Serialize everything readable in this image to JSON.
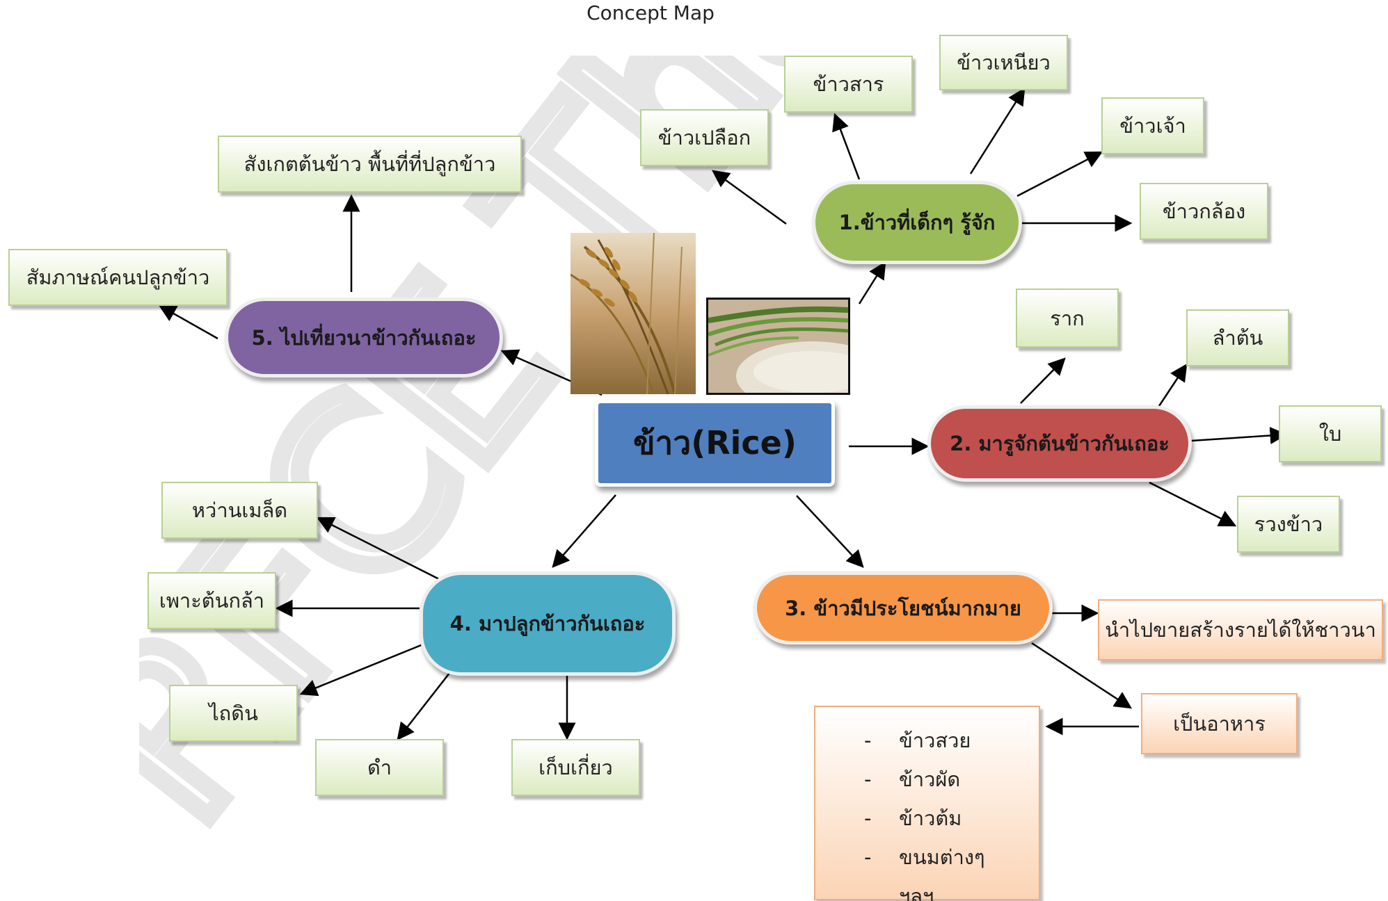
{
  "title": "Concept Map",
  "watermark": "RFCE Thailand",
  "center": "ข้าว(Rice)",
  "branches": {
    "b1": {
      "label": "1.ข้าวที่เด็กๆ รู้จัก",
      "color": "#9bbb59",
      "children": [
        "ข้าวเปลือก",
        "ข้าวสาร",
        "ข้าวเหนียว",
        "ข้าวเจ้า",
        "ข้าวกล้อง"
      ]
    },
    "b2": {
      "label": "2. มารูจักต้นข้าวกันเถอะ",
      "color": "#c0504d",
      "children": [
        "ราก",
        "ลำต้น",
        "ใบ",
        "รวงข้าว"
      ]
    },
    "b3": {
      "label": "3. ข้าวมีประโยชน์มากมาย",
      "color": "#f79646",
      "children": [
        "นำไปขายสร้างรายได้ให้ชาวนา",
        "เป็นอาหาร"
      ]
    },
    "b4": {
      "label": "4. มาปลูกข้าวกันเถอะ",
      "color": "#4bacc6",
      "children": [
        "หว่านเมล็ด",
        "เพาะต้นกล้า",
        "ไถดิน",
        "ดำ",
        "เก็บเกี่ยว"
      ]
    },
    "b5": {
      "label": "5. ไปเที่ยวนาข้าวกันเถอะ",
      "color": "#8064a2",
      "children": [
        "สังเกตต้นข้าว พื้นที่ที่ปลูกข้าว",
        "สัมภาษณ์คนปลูกข้าว"
      ]
    }
  },
  "food_list": {
    "items": [
      {
        "dash": "-",
        "text": "ข้าวสวย"
      },
      {
        "dash": "-",
        "text": "ข้าวผัด"
      },
      {
        "dash": "-",
        "text": "ข้าวต้ม"
      },
      {
        "dash": "-",
        "text": "ขนมต่างๆ"
      },
      {
        "dash": "",
        "text": "ฯลฯ"
      }
    ]
  },
  "colors": {
    "box_border": "#b9cf93",
    "arrow": "#000000",
    "center": "#4f7fbf"
  }
}
